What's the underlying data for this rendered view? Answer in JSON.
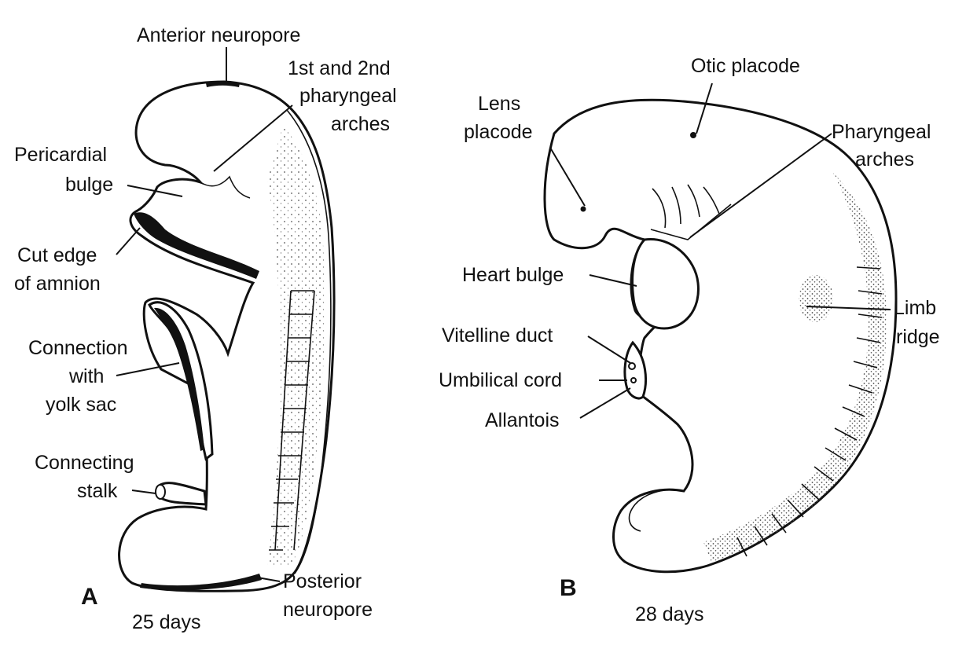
{
  "panel_a": {
    "letter": "A",
    "age": "25 days",
    "labels": {
      "anterior_neuropore": "Anterior neuropore",
      "pharyngeal_arches_1": "1st and 2nd",
      "pharyngeal_arches_2": "pharyngeal",
      "pharyngeal_arches_3": "arches",
      "pericardial_bulge_1": "Pericardial",
      "pericardial_bulge_2": "bulge",
      "cut_edge_1": "Cut edge",
      "cut_edge_2": "of amnion",
      "connection_1": "Connection",
      "connection_2": "with",
      "connection_3": "yolk sac",
      "connecting_stalk_1": "Connecting",
      "connecting_stalk_2": "stalk",
      "posterior_neuropore_1": "Posterior",
      "posterior_neuropore_2": "neuropore"
    }
  },
  "panel_b": {
    "letter": "B",
    "age": "28 days",
    "labels": {
      "otic_placode": "Otic placode",
      "lens_placode_1": "Lens",
      "lens_placode_2": "placode",
      "pharyngeal_arches_1": "Pharyngeal",
      "pharyngeal_arches_2": "arches",
      "heart_bulge": "Heart bulge",
      "limb_ridge_1": "Limb",
      "limb_ridge_2": "ridge",
      "vitelline_duct": "Vitelline duct",
      "umbilical_cord": "Umbilical cord",
      "allantois": "Allantois"
    }
  }
}
